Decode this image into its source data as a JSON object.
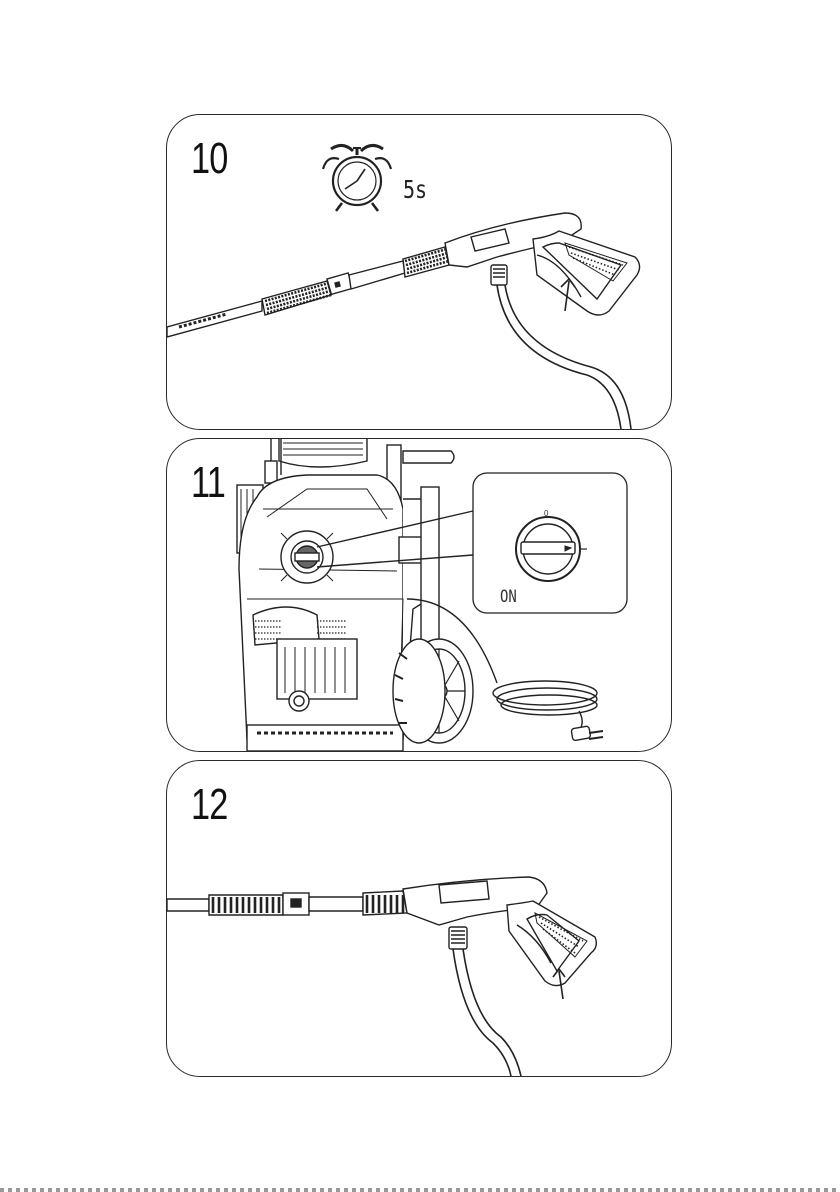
{
  "steps": [
    {
      "number": "10",
      "duration": "5s"
    },
    {
      "number": "11",
      "switch_state": "ON",
      "switch_marks": {
        "off": "0",
        "on": "I"
      }
    },
    {
      "number": "12"
    }
  ]
}
